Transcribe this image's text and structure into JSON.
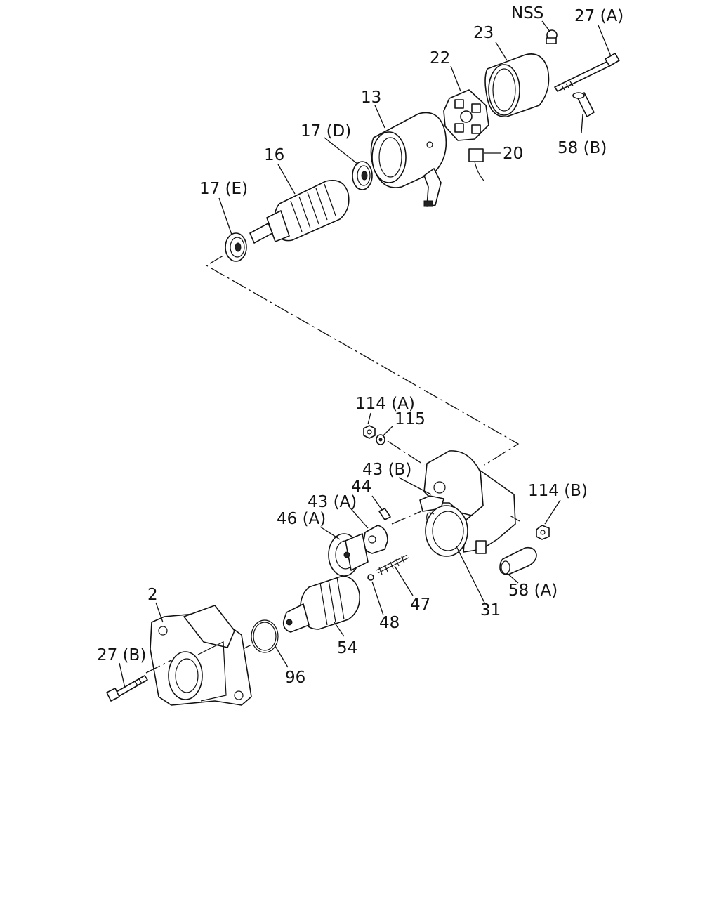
{
  "diagram": {
    "labels": {
      "nss": "NSS",
      "p27a": "27 (A)",
      "p23": "23",
      "p22": "22",
      "p13": "13",
      "p17d": "17 (D)",
      "p16": "16",
      "p17e": "17 (E)",
      "p20": "20",
      "p58b": "58 (B)",
      "p114a": "114 (A)",
      "p115": "115",
      "p43b": "43 (B)",
      "p44": "44",
      "p43a": "43 (A)",
      "p46a": "46 (A)",
      "p114b": "114 (B)",
      "p58a": "58 (A)",
      "p47": "47",
      "p31": "31",
      "p48": "48",
      "p2": "2",
      "p54": "54",
      "p27b": "27 (B)",
      "p96": "96"
    }
  }
}
